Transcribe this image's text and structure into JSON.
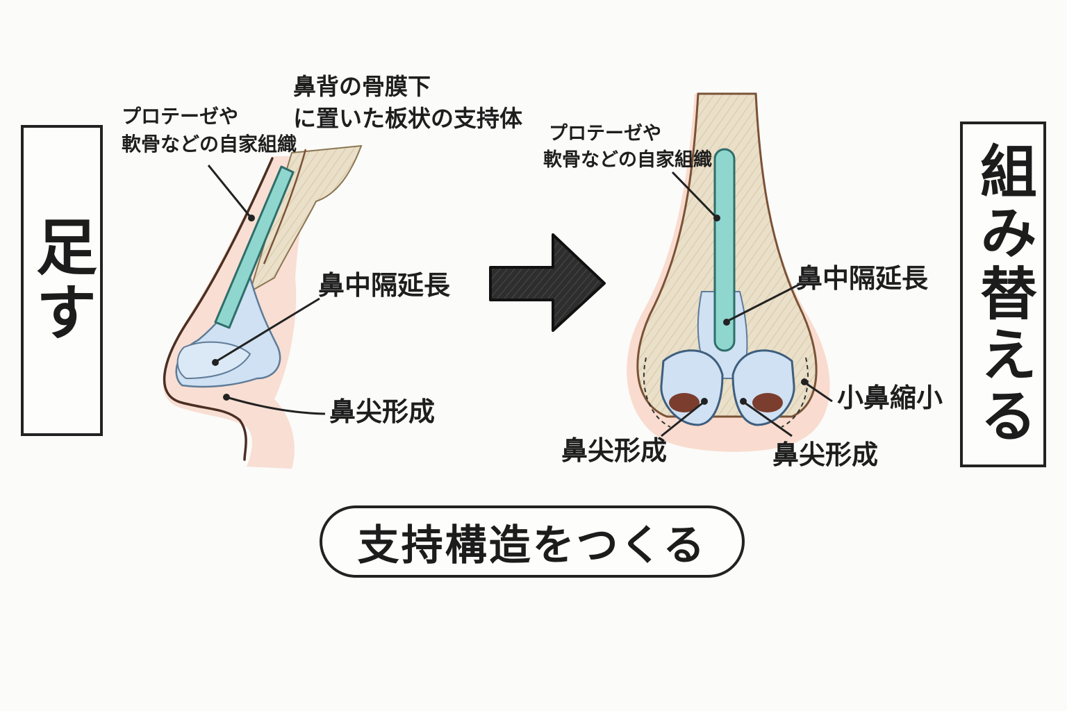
{
  "left_title": "足す",
  "right_title": "組み替える",
  "caption": "支持構造をつくる",
  "left_diagram": {
    "implant_label_line1": "プロテーゼや",
    "implant_label_line2": "軟骨などの自家組織",
    "dorsum_label_line1": "鼻背の骨膜下",
    "dorsum_label_line2": "に置いた板状の支持体",
    "septal_label": "鼻中隔延長",
    "tip_label": "鼻尖形成"
  },
  "right_diagram": {
    "implant_label_line1": "プロテーゼや",
    "implant_label_line2": "軟骨などの自家組織",
    "septal_label": "鼻中隔延長",
    "alar_label": "小鼻縮小",
    "tip_label_left": "鼻尖形成",
    "tip_label_right": "鼻尖形成"
  },
  "colors": {
    "implant": "#8fd6cf",
    "cartilage": "#cfe1f2",
    "skin_glow": "#f4b9a3",
    "bone": "#e8dcc4",
    "arrow": "#2d2d2d"
  }
}
